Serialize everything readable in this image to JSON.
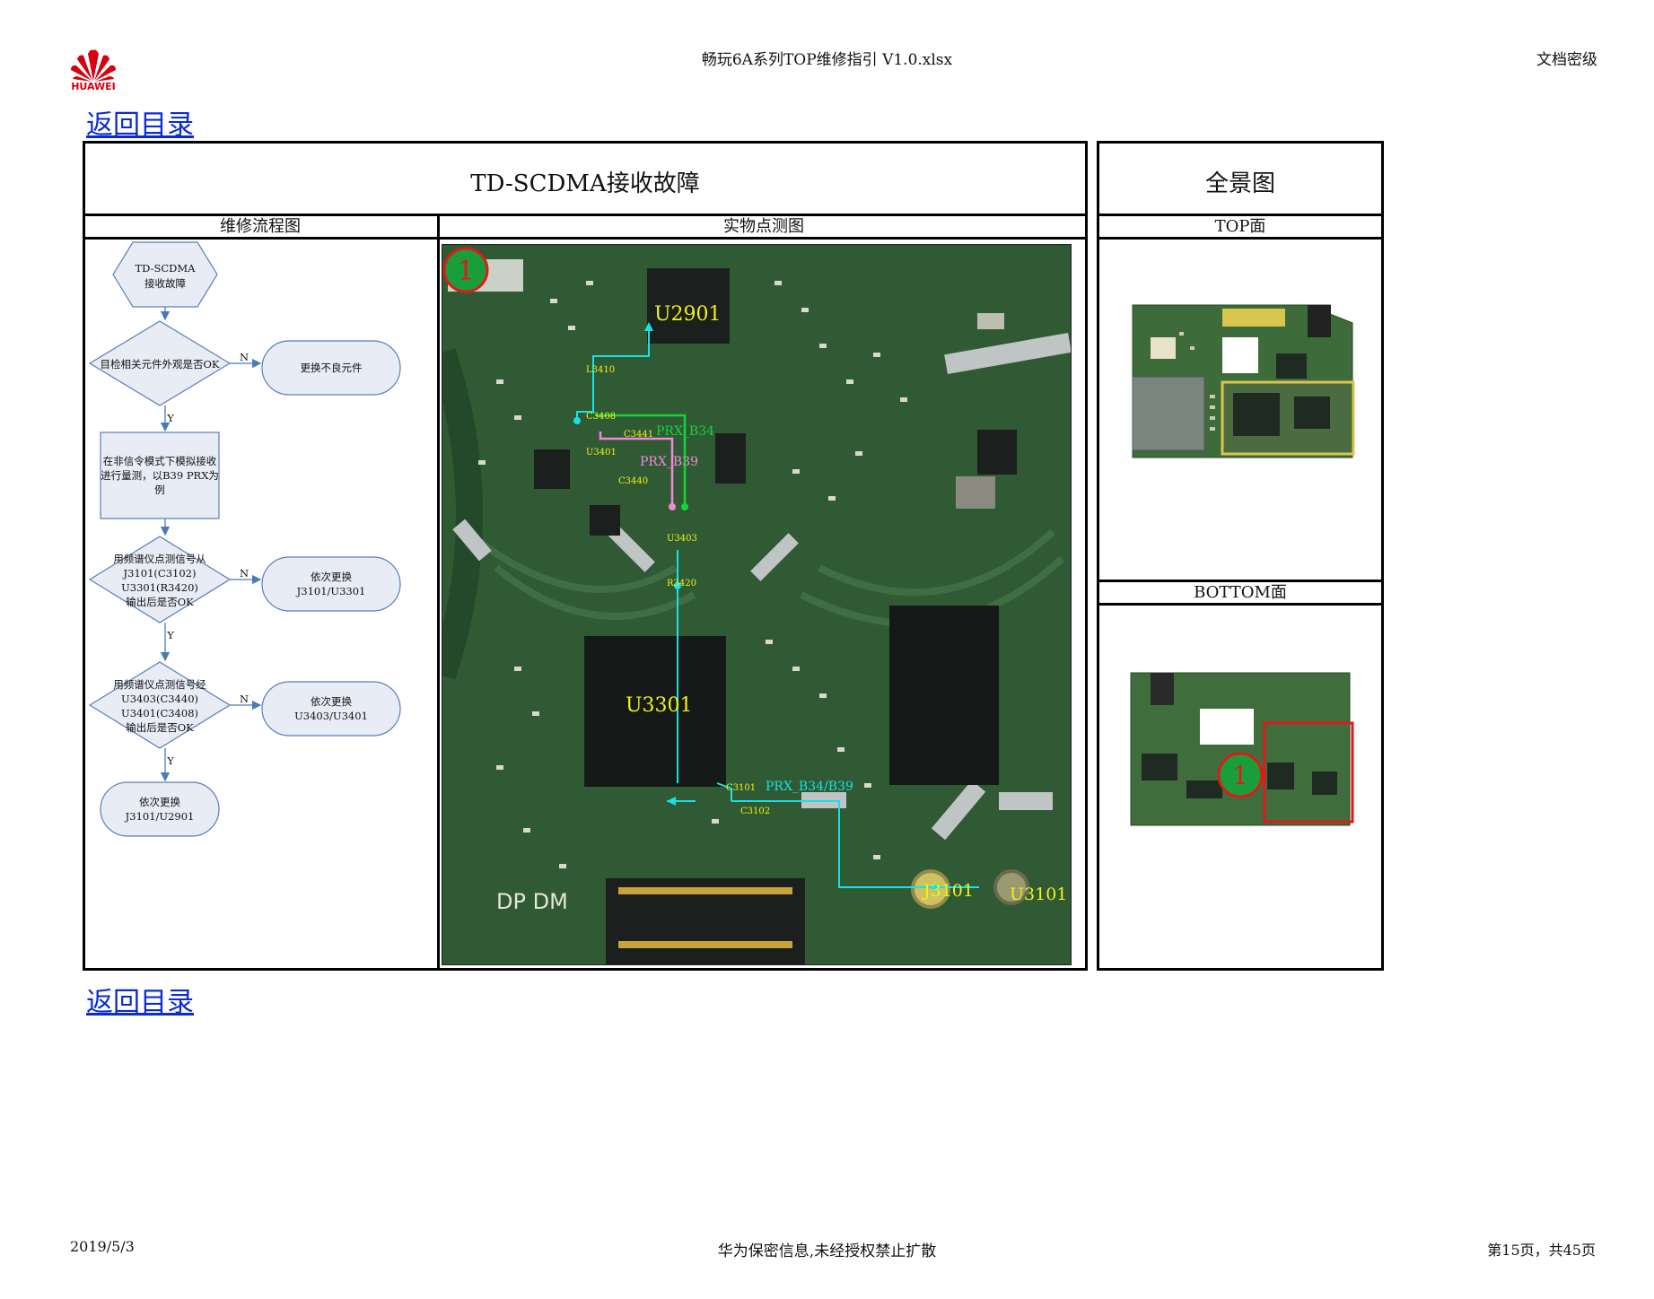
{
  "header": {
    "logo_text": "HUAWEI",
    "title": "畅玩6A系列TOP维修指引 V1.0.xlsx",
    "classification": "文档密级"
  },
  "links": {
    "back_to_toc": "返回目录"
  },
  "main": {
    "title": "TD-SCDMA接收故障",
    "flow_header": "维修流程图",
    "photo_header": "实物点测图"
  },
  "overview": {
    "title": "全景图",
    "top_label": "TOP面",
    "bottom_label": "BOTTOM面"
  },
  "flowchart": {
    "start": [
      "TD-SCDMA",
      "接收故障"
    ],
    "check1": "目检相关元件外观是否OK",
    "action1": "更换不良元件",
    "step1": [
      "在非信令模式下模拟接收",
      "进行量测，以B39 PRX为",
      "例"
    ],
    "check2": [
      "用频谱仪点测信号从",
      "J3101(C3102)",
      "U3301(R3420)",
      "输出后是否OK"
    ],
    "action2": [
      "依次更换",
      "J3101/U3301"
    ],
    "check3": [
      "用频谱仪点测信号经",
      "U3403(C3440)",
      "U3401(C3408)",
      "输出后是否OK"
    ],
    "action3": [
      "依次更换",
      "U3403/U3401"
    ],
    "end": [
      "依次更换",
      "J3101/U2901"
    ],
    "yes": "Y",
    "no": "N"
  },
  "board_labels": {
    "marker": "1",
    "u2901": "U2901",
    "u3301": "U3301",
    "j3101": "J3101",
    "u3101": "U3101",
    "l3410": "L3410",
    "c3408": "C3408",
    "c3441": "C3441",
    "u3401": "U3401",
    "c3440": "C3440",
    "u3403": "U3403",
    "r3420": "R3420",
    "c3101": "C3101",
    "c3102": "C3102",
    "prx_b34": "PRX_B34",
    "prx_b39": "PRX_B39",
    "prx_b34_b39": "PRX_B34/B39",
    "silk_dp_dm": "DP DM"
  },
  "footer": {
    "date": "2019/5/3",
    "confidential": "华为保密信息,未经授权禁止扩散",
    "page": "第15页，共45页"
  },
  "colors": {
    "link": "#0b2bd6",
    "pcb": "#2f5a34",
    "trace_cyan": "#19e1e6",
    "trace_green": "#19d23a",
    "trace_pink": "#f08ad6",
    "label_yellow": "#f2f21a",
    "marker_green": "#1a9e3c",
    "marker_red": "#e0191b"
  }
}
